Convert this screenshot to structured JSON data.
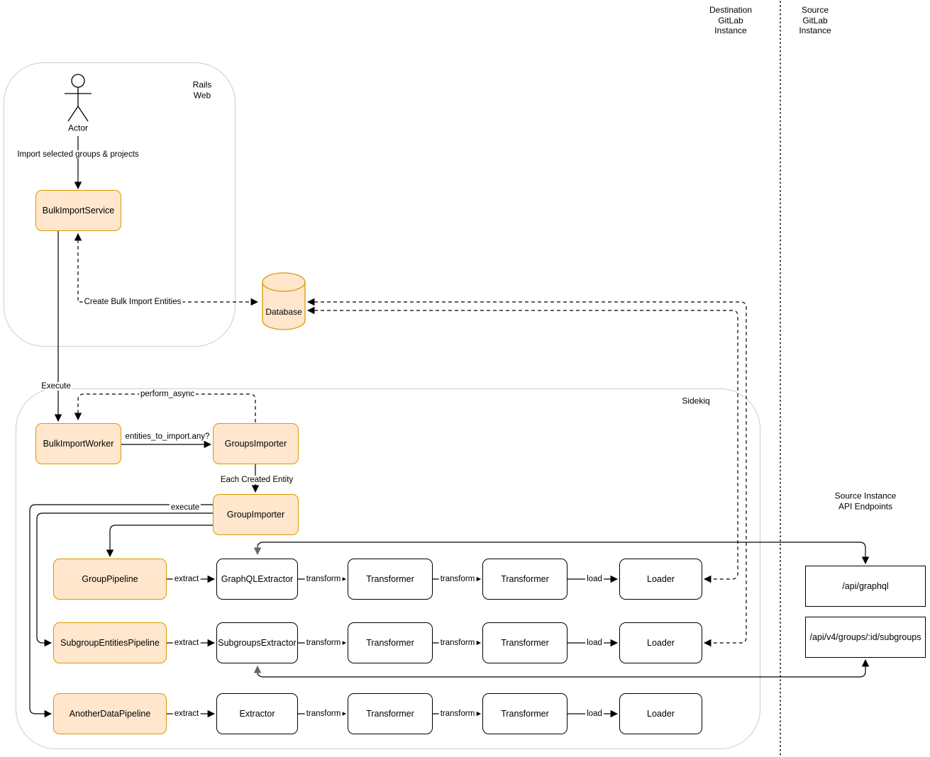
{
  "lanes": {
    "destination": "Destination\nGitLab\nInstance",
    "source": "Source\nGitLab\nInstance",
    "api_endpoints_title": "Source Instance API Endpoints"
  },
  "containers": {
    "rails_web": "Rails\nWeb",
    "sidekiq": "Sidekiq"
  },
  "actor_label": "Actor",
  "nodes": {
    "bulk_import_service": "BulkImportService",
    "bulk_import_worker": "BulkImportWorker",
    "groups_importer": "GroupsImporter",
    "group_importer": "GroupImporter",
    "database": "Database",
    "group_pipeline": "GroupPipeline",
    "subgroup_entities_pipeline": "SubgroupEntitiesPipeline",
    "another_data_pipeline": "AnotherDataPipeline",
    "graphql_extractor": "GraphQLExtractor",
    "subgroups_extractor": "SubgroupsExtractor",
    "extractor": "Extractor",
    "transformer": "Transformer",
    "loader": "Loader",
    "api_graphql": "/api/graphql",
    "api_subgroups": "/api/v4/groups/:id/subgroups"
  },
  "edge_labels": {
    "import_selected": "Import selected groups & projects",
    "execute": "Execute",
    "create_bulk_import_entities": "Create Bulk Import Entities",
    "perform_async": "perform_async",
    "entities_to_import": "entities_to_import.any?",
    "each_created_entity": "Each Created Entity",
    "execute_pipeline": "execute",
    "extract": "extract",
    "transform": "transform",
    "load": "load"
  },
  "colors": {
    "node_fill": "#FFE6CC",
    "node_stroke": "#D79B00",
    "container_stroke": "#CCCCCC",
    "line": "#000000",
    "stub_gray": "#666666"
  }
}
